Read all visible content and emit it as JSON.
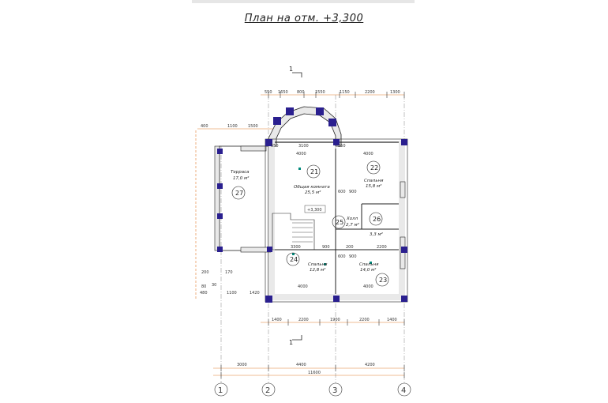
{
  "title": "План на отм. +3,300",
  "section_marker": "1",
  "level_mark": "+3,300",
  "rooms": [
    {
      "num": "21",
      "name": "Общая комната",
      "area": "25,5 м²"
    },
    {
      "num": "22",
      "name": "Спальня",
      "area": "15,8 м²"
    },
    {
      "num": "23",
      "name": "Спальня",
      "area": "14,0 м²"
    },
    {
      "num": "24",
      "name": "Спальня",
      "area": "12,8 м²"
    },
    {
      "num": "25",
      "name": "Холл",
      "area": "2,7 м²"
    },
    {
      "num": "26",
      "name": "",
      "area": "3,3 м²"
    },
    {
      "num": "27",
      "name": "Терраса",
      "area": "17,0 м²"
    }
  ],
  "top_dims": [
    "550",
    "1650",
    "800",
    "1550",
    "1150",
    "2200",
    "1300"
  ],
  "terrace_dims": [
    "400",
    "1100",
    "1500"
  ],
  "bottom_dims": [
    "1400",
    "2200",
    "1900",
    "2200",
    "1400"
  ],
  "axis_dims": [
    "3000",
    "4400",
    "4200"
  ],
  "total_dim": "11600",
  "axes": [
    "1",
    "2",
    "3",
    "4"
  ],
  "inner_dims": [
    "550",
    "3100",
    "350",
    "4000",
    "4000",
    "600",
    "900",
    "3300",
    "900",
    "200",
    "2200",
    "600",
    "900",
    "4000",
    "4000"
  ],
  "left_dims": [
    "200",
    "80",
    "480",
    "170",
    "30",
    "1100",
    "1420"
  ],
  "colors": {
    "wall_fill": "#e9e9e9",
    "column": "#2a1f8f",
    "line": "#222222",
    "dim_line": "#e07a2a",
    "marker": "#00897b"
  }
}
